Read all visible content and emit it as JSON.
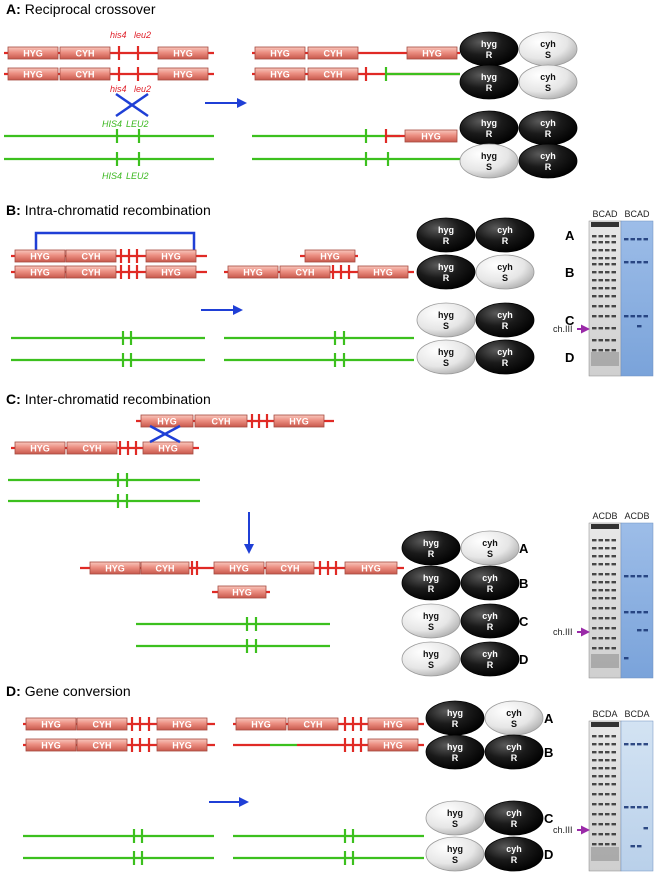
{
  "panels": [
    {
      "letter": "A:",
      "title": "Reciprocal crossover"
    },
    {
      "letter": "B:",
      "title": "Intra-chromatid recombination"
    },
    {
      "letter": "C:",
      "title": "Inter-chromatid recombination"
    },
    {
      "letter": "D:",
      "title": "Gene conversion"
    }
  ],
  "markers": {
    "hyg": "HYG",
    "cyh": "CYH"
  },
  "gene_labels": {
    "his4_red": "his4",
    "leu2_red": "leu2",
    "his4_green": "HIS4",
    "leu2_green": "LEU2"
  },
  "colony": {
    "hyg": "hyg",
    "cyh": "cyh",
    "resistant": "R",
    "sensitive": "S"
  },
  "row_labels": [
    "A",
    "B",
    "C",
    "D"
  ],
  "gels": [
    {
      "lane_labels": "BCAD",
      "stain_labels": "BCAD",
      "marker": "ch.III"
    },
    {
      "lane_labels": "ACDB",
      "stain_labels": "ACDB",
      "marker": "ch.III"
    },
    {
      "lane_labels": "BCDA",
      "stain_labels": "BCDA",
      "marker": "ch.III"
    }
  ],
  "colors": {
    "box_fill": "#e9867a",
    "box_stroke": "#a64a40",
    "red_line": "#e02a25",
    "green_line": "#3cc01e",
    "blue": "#1f3fd6",
    "purple_arrow": "#9a2aa8",
    "gel_blue": "#8bb0e2",
    "gel_blue_light": "#bcd3ec"
  }
}
